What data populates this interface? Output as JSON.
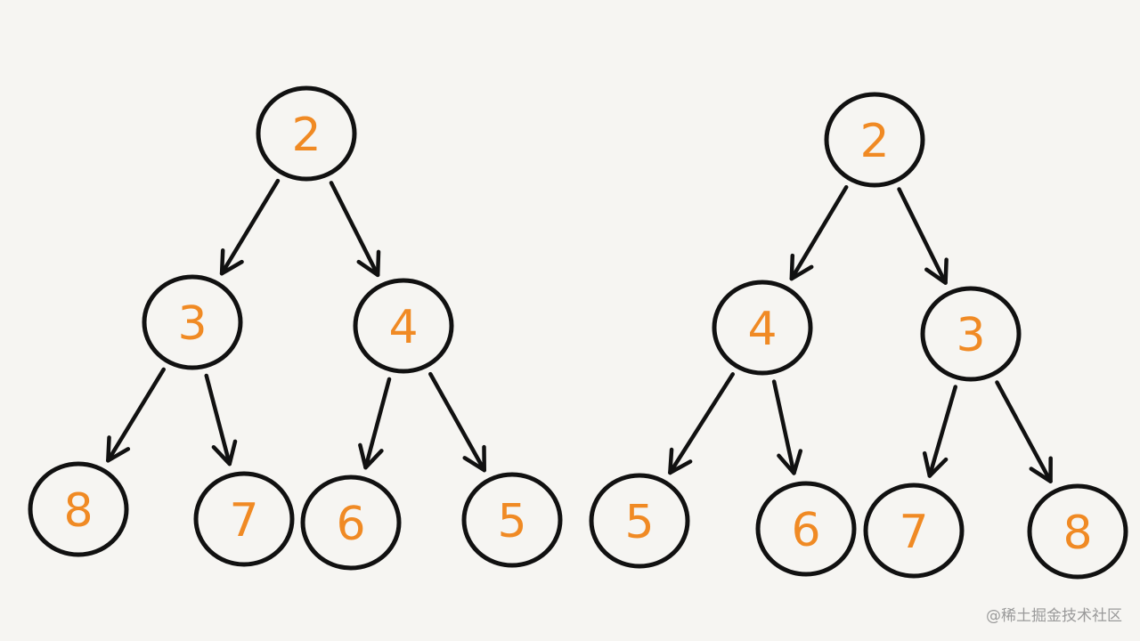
{
  "colors": {
    "node_text": "#f08a24",
    "stroke": "#111111",
    "background": "#f6f5f2"
  },
  "trees": [
    {
      "name": "left",
      "nodes": [
        {
          "id": "L0",
          "value": "2"
        },
        {
          "id": "L1",
          "value": "3"
        },
        {
          "id": "L2",
          "value": "4"
        },
        {
          "id": "L3",
          "value": "8"
        },
        {
          "id": "L4",
          "value": "7"
        },
        {
          "id": "L5",
          "value": "6"
        },
        {
          "id": "L6",
          "value": "5"
        }
      ],
      "edges": [
        [
          "L0",
          "L1"
        ],
        [
          "L0",
          "L2"
        ],
        [
          "L1",
          "L3"
        ],
        [
          "L1",
          "L4"
        ],
        [
          "L2",
          "L5"
        ],
        [
          "L2",
          "L6"
        ]
      ]
    },
    {
      "name": "right",
      "nodes": [
        {
          "id": "R0",
          "value": "2"
        },
        {
          "id": "R1",
          "value": "4"
        },
        {
          "id": "R2",
          "value": "3"
        },
        {
          "id": "R3",
          "value": "5"
        },
        {
          "id": "R4",
          "value": "6"
        },
        {
          "id": "R5",
          "value": "7"
        },
        {
          "id": "R6",
          "value": "8"
        }
      ],
      "edges": [
        [
          "R0",
          "R1"
        ],
        [
          "R0",
          "R2"
        ],
        [
          "R1",
          "R3"
        ],
        [
          "R1",
          "R4"
        ],
        [
          "R2",
          "R5"
        ],
        [
          "R2",
          "R6"
        ]
      ]
    }
  ],
  "watermark": "@稀土掘金技术社区"
}
